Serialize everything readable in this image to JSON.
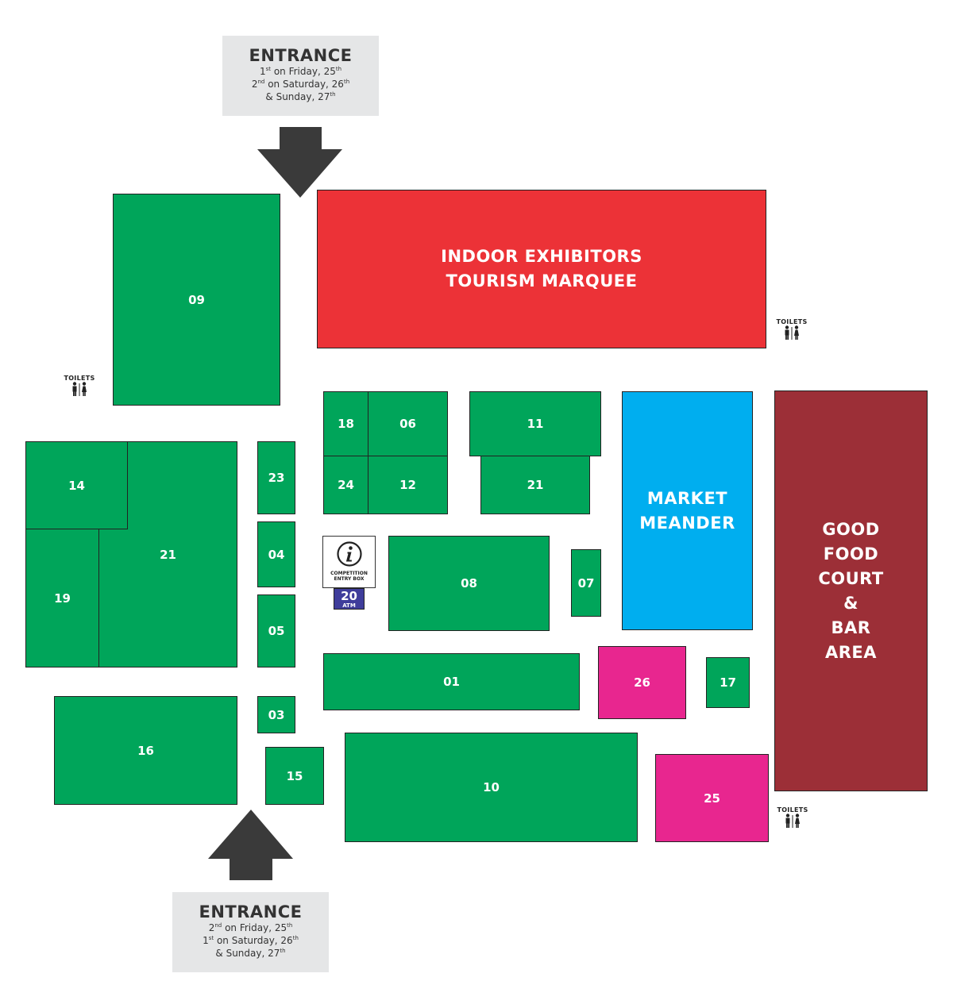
{
  "entrance_top": {
    "title": "ENTRANCE",
    "line1_a": "1",
    "line1_sup": "st",
    "line1_b": " on Friday, 25",
    "line1_sup2": "th",
    "line2_a": "2",
    "line2_sup": "nd",
    "line2_b": " on Saturday, 26",
    "line2_sup2": "th",
    "line3_a": "& Sunday, 27",
    "line3_sup": "th"
  },
  "entrance_bottom": {
    "title": "ENTRANCE",
    "line1_a": "2",
    "line1_sup": "nd",
    "line1_b": " on Friday, 25",
    "line1_sup2": "th",
    "line2_a": "1",
    "line2_sup": "st",
    "line2_b": " on Saturday, 26",
    "line2_sup2": "th",
    "line3_a": "& Sunday, 27",
    "line3_sup": "th"
  },
  "zones": {
    "z09": "09",
    "indoor": "INDOOR EXHIBITORS\nTOURISM MARQUEE",
    "z18": "18",
    "z06": "06",
    "z11": "11",
    "z24": "24",
    "z12": "12",
    "z21b": "21",
    "market": "MARKET\nMEANDER",
    "goodfood": "GOOD\nFOOD\nCOURT\n&\nBAR\nAREA",
    "z14": "14",
    "z21a": "21",
    "z19": "19",
    "z23": "23",
    "z04": "04",
    "z05": "05",
    "z03": "03",
    "z08": "08",
    "z07": "07",
    "z01": "01",
    "z26": "26",
    "z17": "17",
    "z16": "16",
    "z15": "15",
    "z10": "10",
    "z25": "25"
  },
  "info": {
    "line1": "COMPETITION",
    "line2": "ENTRY BOX"
  },
  "atm": {
    "number": "20",
    "label": "ATM"
  },
  "toilets": {
    "label": "TOILETS"
  },
  "colors": {
    "stand": "#00a55a",
    "indoor": "#ec3237",
    "market": "#00aeef",
    "food": "#9c2f37",
    "special": "#e8268f",
    "atm": "#3f3d9b",
    "arrow": "#3a3a3a",
    "entrance_box": "#e5e6e7"
  }
}
